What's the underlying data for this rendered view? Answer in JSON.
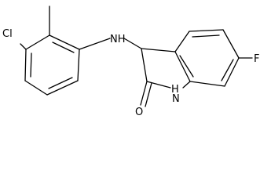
{
  "molecule": {
    "atoms": {
      "chlorine": "Cl",
      "amine_nh": "NH",
      "fluorine": "F",
      "oxygen": "O",
      "lactam_n": "N",
      "lactam_h": "H"
    }
  }
}
